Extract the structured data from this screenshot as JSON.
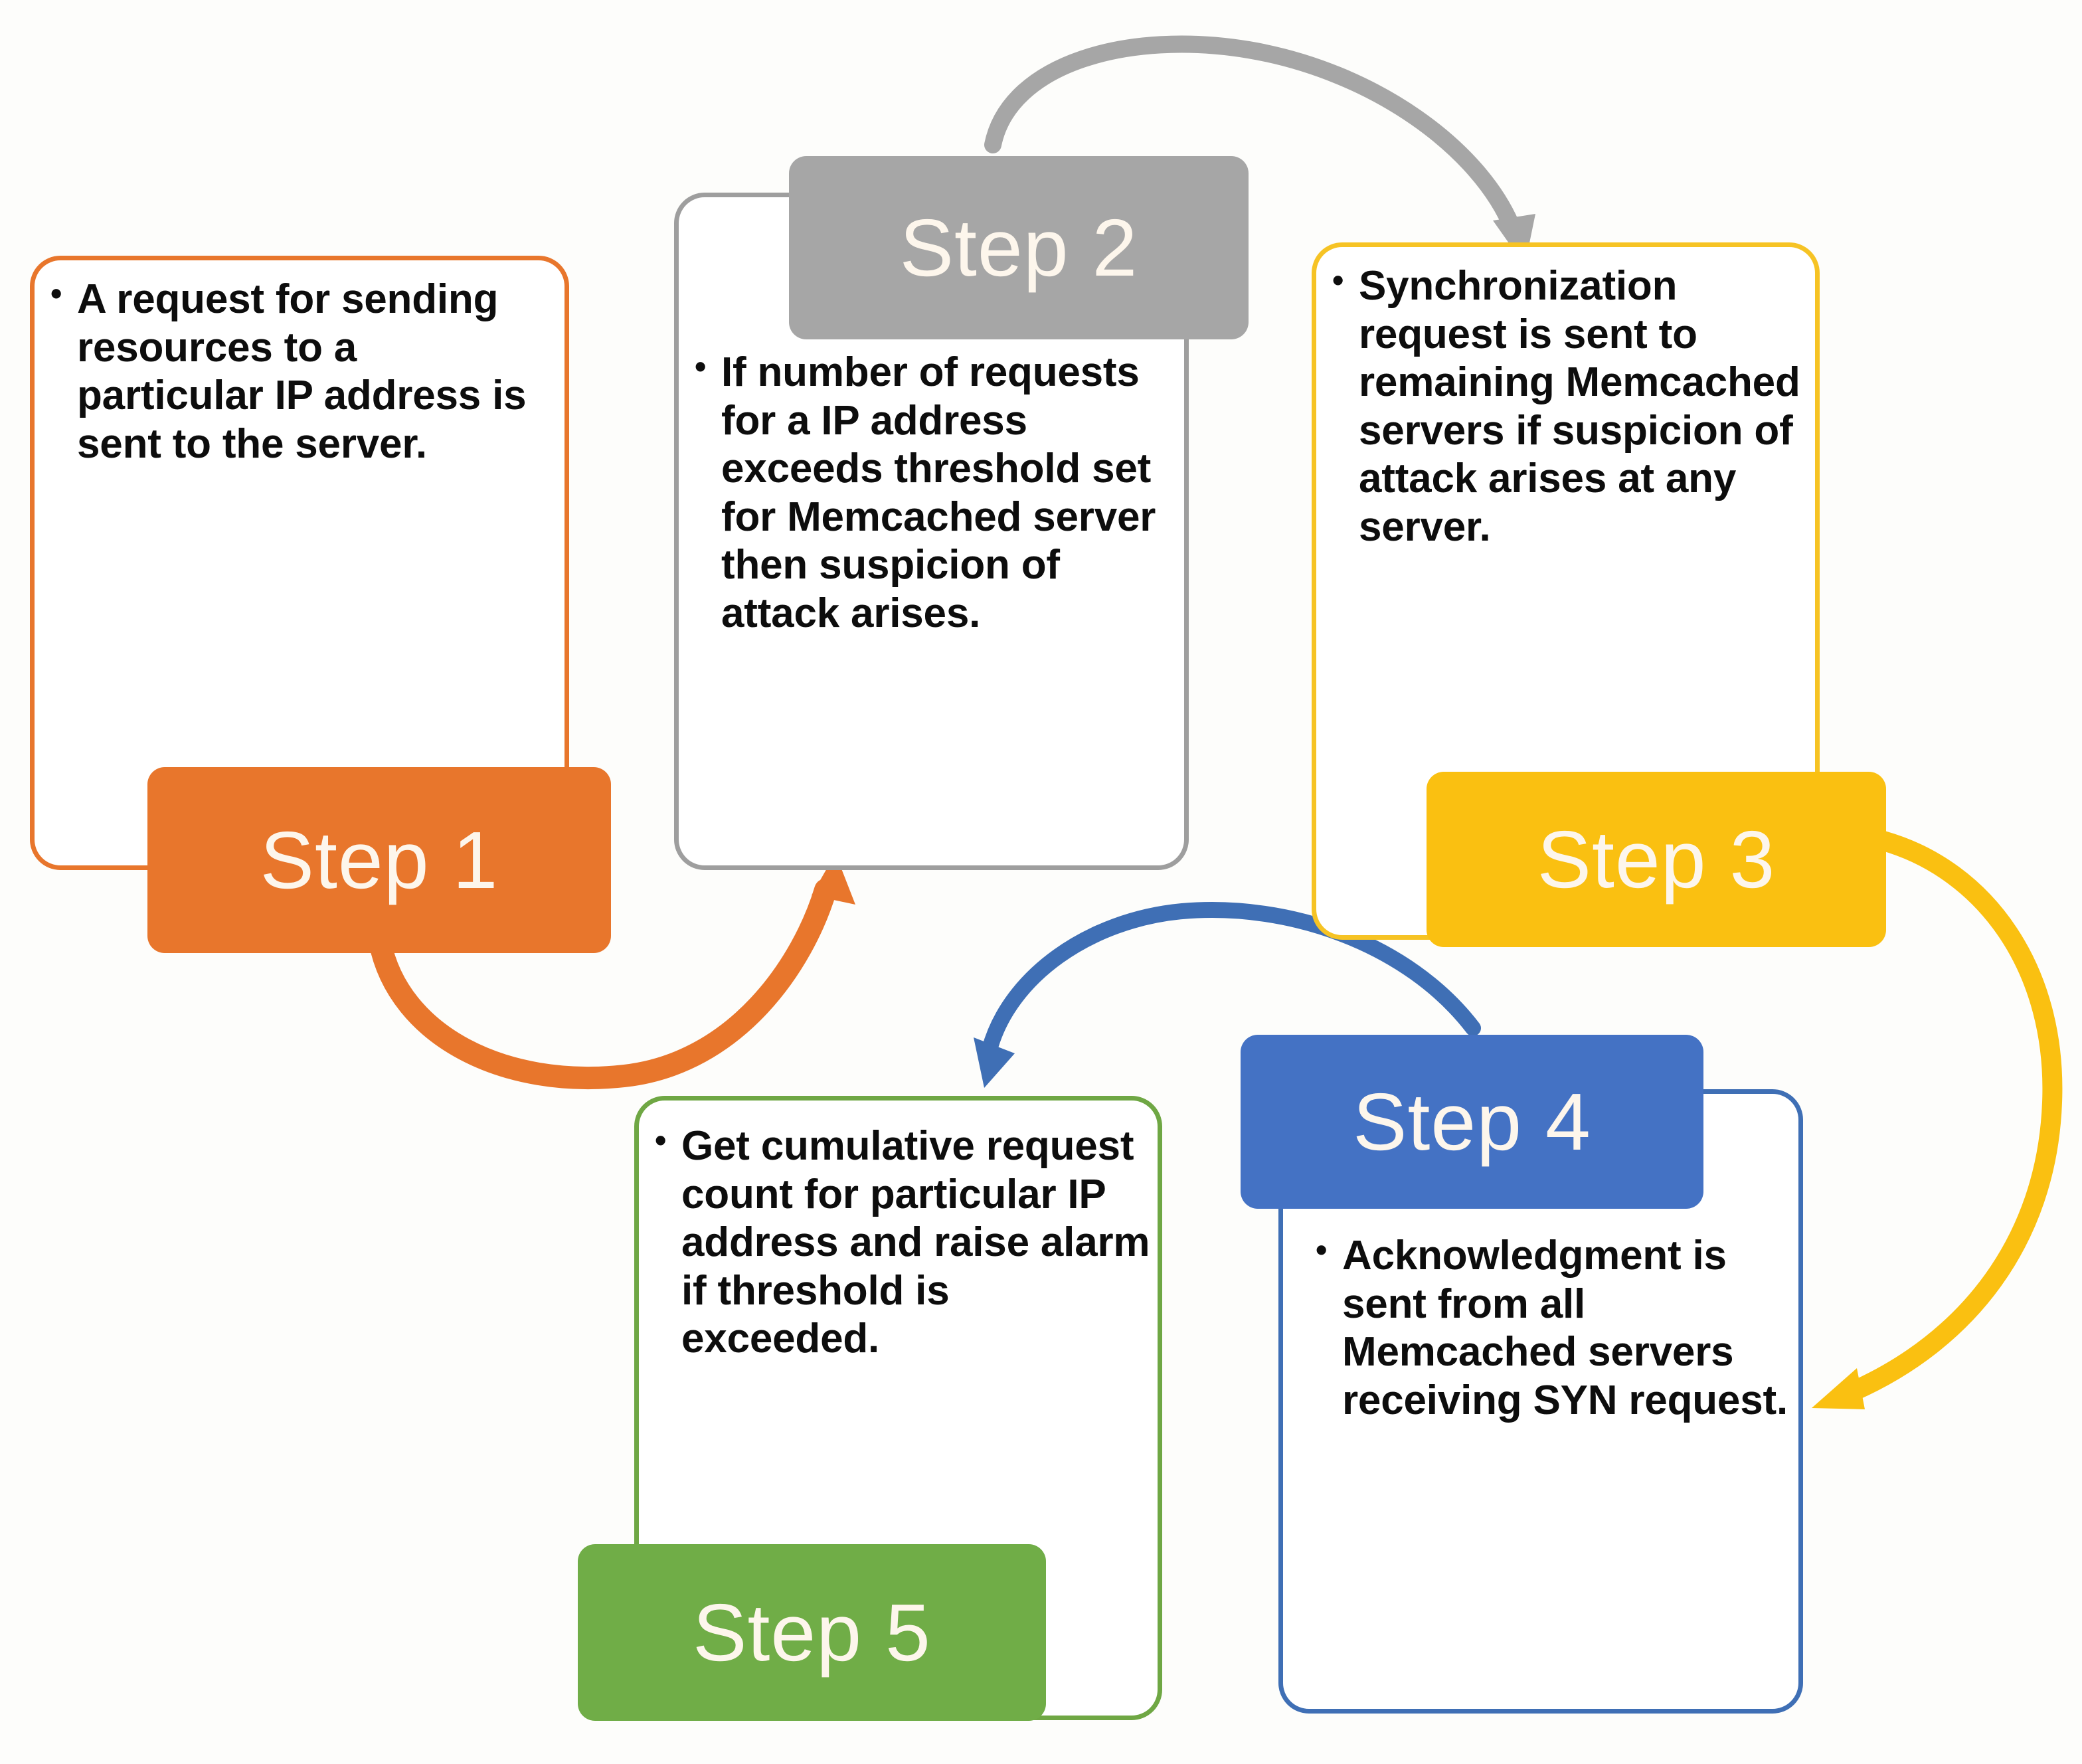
{
  "diagram": {
    "title": "Memcached DDoS detection five-step process",
    "palette": {
      "step1": "#E8762C",
      "step2": "#A6A6A6",
      "step3": "#FAC011",
      "step4": "#4472C4",
      "step5": "#70AD47"
    },
    "steps": [
      {
        "id": "step1",
        "label": "Step 1",
        "color": "#E8762C",
        "bullets": [
          "A request for sending resources to a particular IP address is sent to the server."
        ]
      },
      {
        "id": "step2",
        "label": "Step 2",
        "color": "#A6A6A6",
        "bullets": [
          "If number of requests for a IP address exceeds threshold set for Memcached server then suspicion of attack arises."
        ]
      },
      {
        "id": "step3",
        "label": "Step 3",
        "color": "#FAC011",
        "bullets": [
          "Synchronization request is sent to remaining Memcached servers if suspicion of attack arises at any server."
        ]
      },
      {
        "id": "step4",
        "label": "Step 4",
        "color": "#4472C4",
        "bullets": [
          "Acknowledgment is sent from all Memcached servers receiving SYN request."
        ]
      },
      {
        "id": "step5",
        "label": "Step 5",
        "color": "#70AD47",
        "bullets": [
          "Get cumulative request count for particular IP address and raise alarm if threshold is exceeded."
        ]
      }
    ],
    "connectors": [
      {
        "id": "arrow-step1-to-step2",
        "from": "step1",
        "to": "step2",
        "color": "#E8762C"
      },
      {
        "id": "arrow-step2-to-step3",
        "from": "step2",
        "to": "step3",
        "color": "#A6A6A6"
      },
      {
        "id": "arrow-step3-to-step4",
        "from": "step3",
        "to": "step4",
        "color": "#FAC011"
      },
      {
        "id": "arrow-step4-to-step5",
        "from": "step4",
        "to": "step5",
        "color": "#4472C4"
      }
    ]
  }
}
